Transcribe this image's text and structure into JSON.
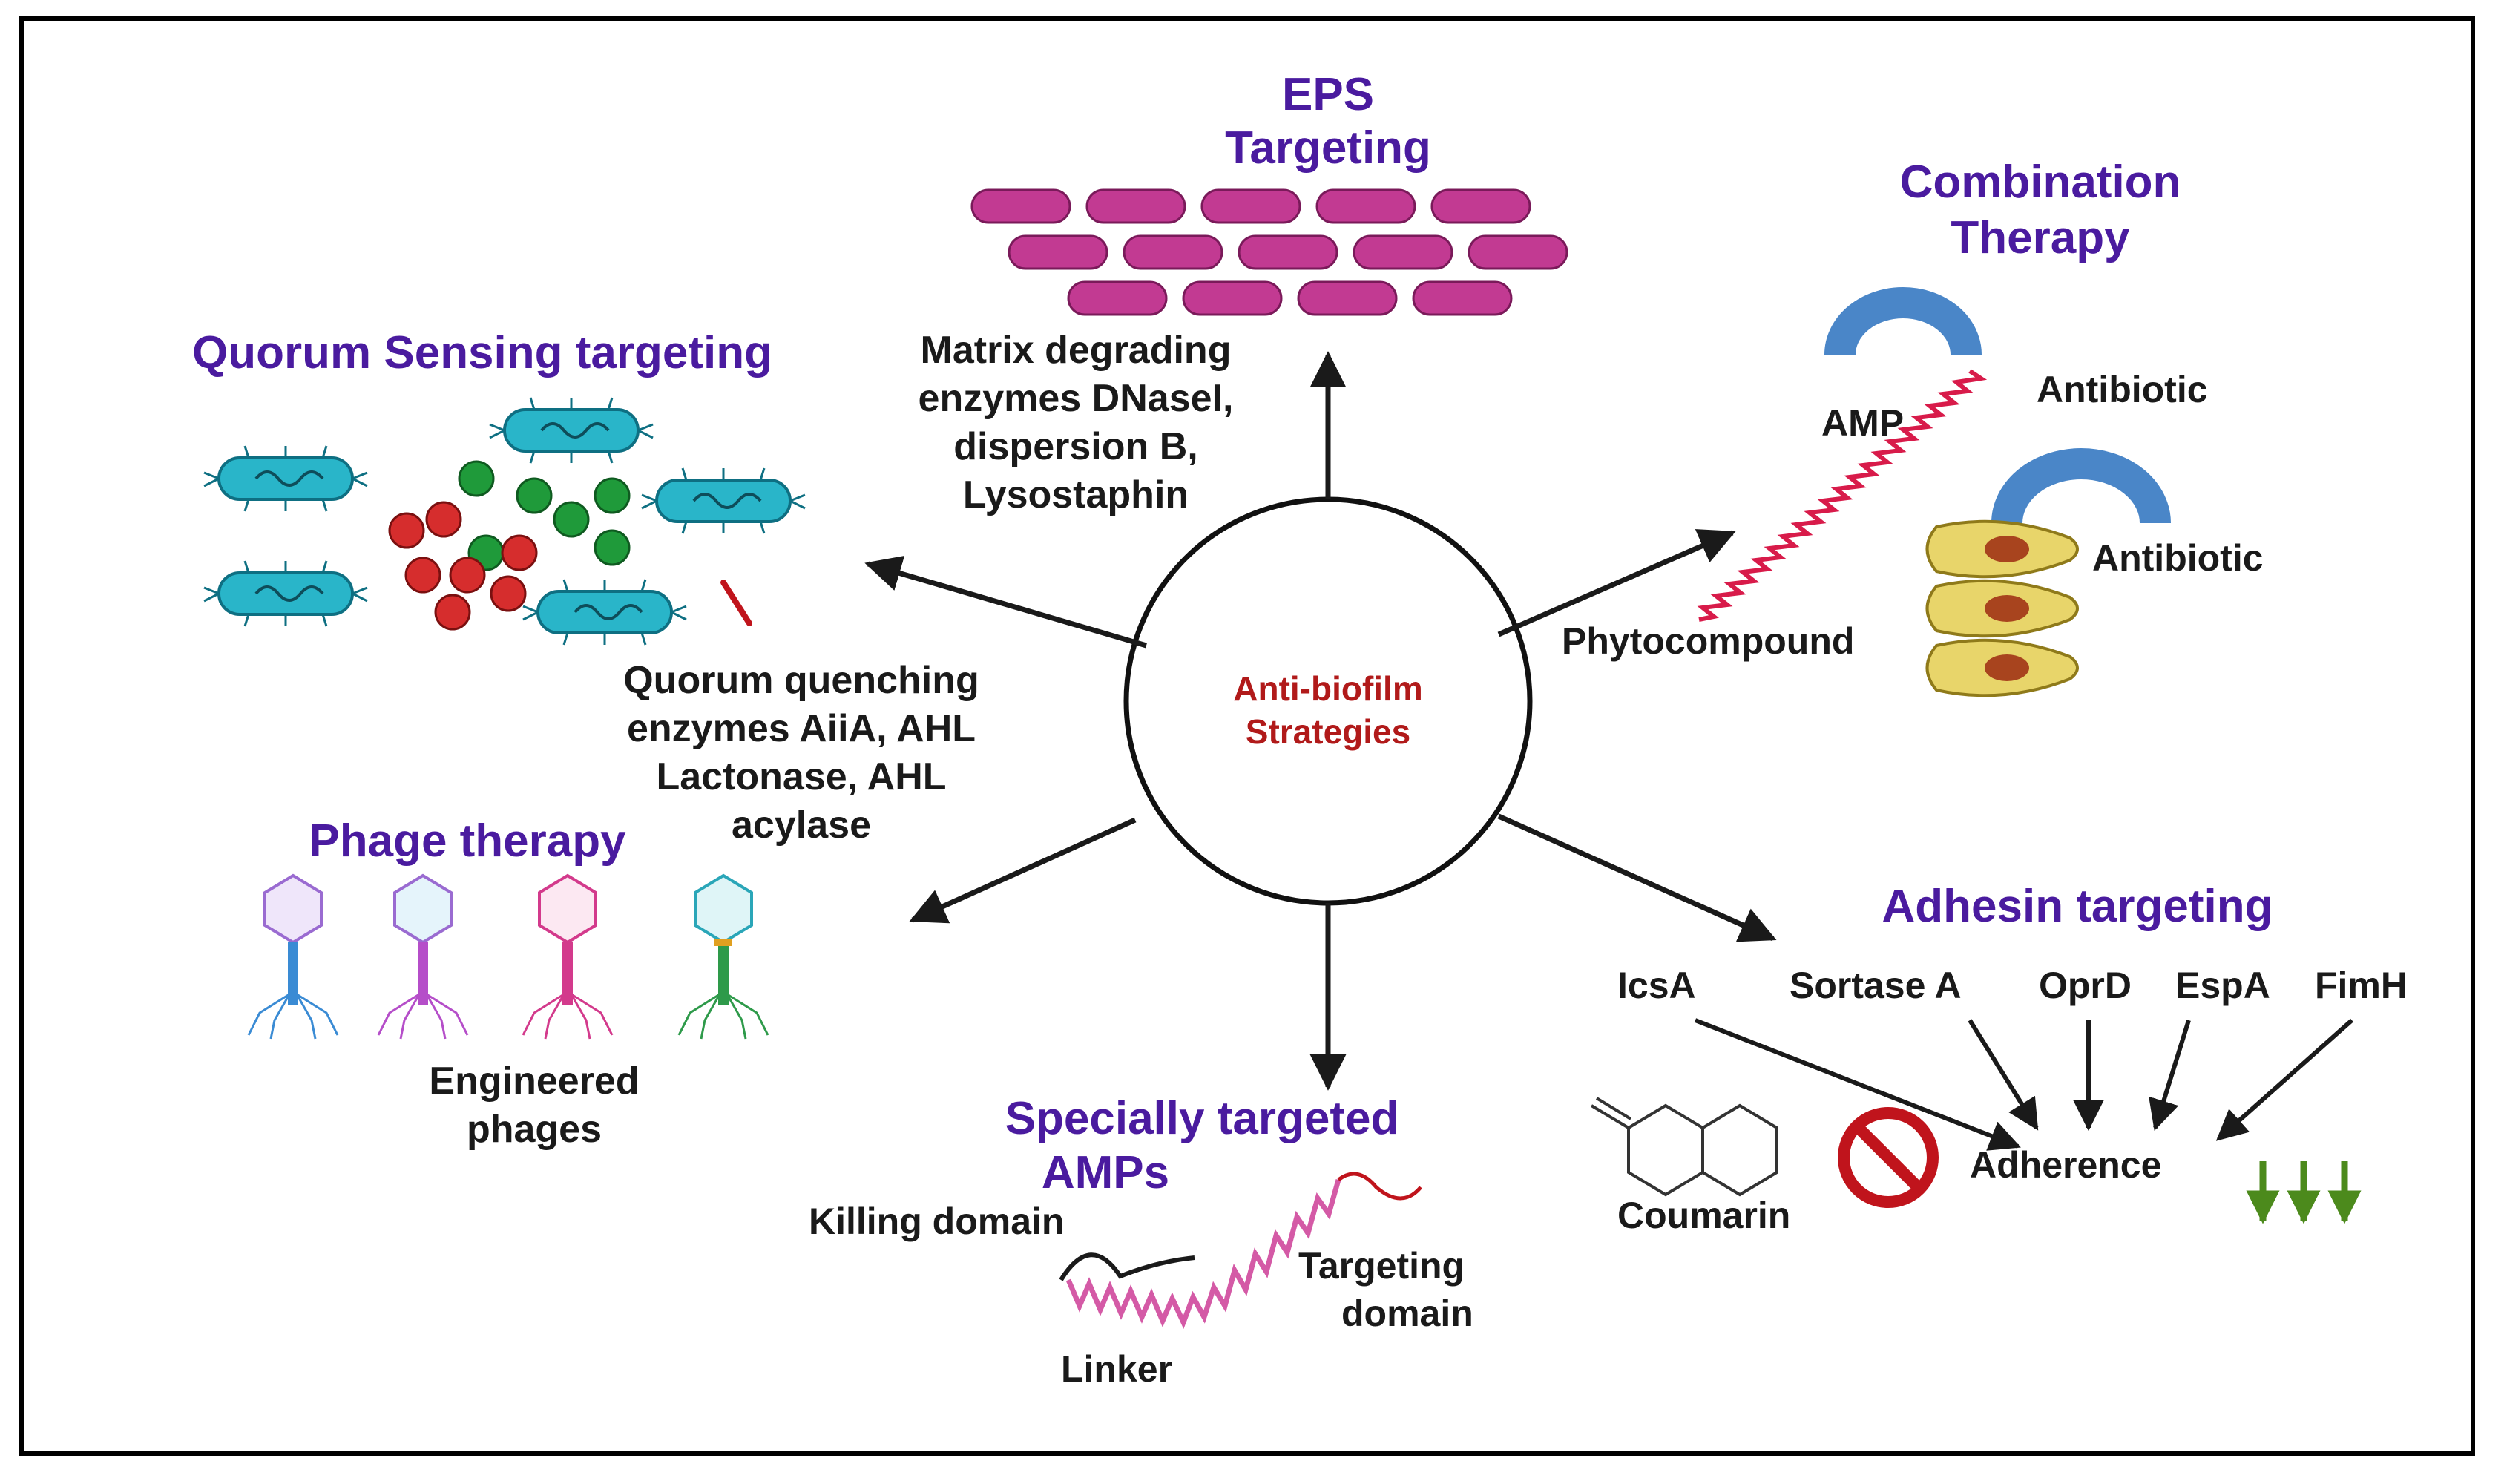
{
  "center": {
    "line1": "Anti-biofilm",
    "line2": "Strategies"
  },
  "eps": {
    "title1": "EPS",
    "title2": "Targeting",
    "desc": [
      "Matrix degrading",
      "enzymes DNaseI,",
      "dispersion B,",
      "Lysostaphin"
    ]
  },
  "quorum": {
    "title": "Quorum Sensing targeting",
    "desc": [
      "Quorum quenching",
      "enzymes AiiA, AHL",
      "Lactonase, AHL",
      "acylase"
    ]
  },
  "combination": {
    "title1": "Combination",
    "title2": "Therapy",
    "amp": "AMP",
    "antibiotic1": "Antibiotic",
    "antibiotic2": "Antibiotic",
    "phyto": "Phytocompound"
  },
  "phage": {
    "title": "Phage therapy",
    "desc": [
      "Engineered",
      "phages"
    ]
  },
  "adhesin": {
    "title": "Adhesin targeting",
    "targets": [
      "IcsA",
      "Sortase A",
      "OprD",
      "EspA",
      "FimH"
    ],
    "adherence": "Adherence",
    "coumarin": "Coumarin"
  },
  "amps": {
    "title1": "Specially targeted",
    "title2": "AMPs",
    "killing": "Killing domain",
    "targeting1": "Targeting",
    "targeting2": "domain",
    "linker": "Linker"
  },
  "colors": {
    "heading": "#4a1b9f",
    "center_text": "#b11a1a",
    "eps_matrix": "#c23a92",
    "bacteria": "#29b5c9",
    "qs_red": "#d62d2d",
    "qs_green": "#1f9a3a",
    "antibiotic": "#4a86c8",
    "amp_helix": "#d81b4a",
    "phyto": "#e8d56a",
    "inhibit": "#c0141c",
    "down_arrows": "#4c8a1c"
  }
}
